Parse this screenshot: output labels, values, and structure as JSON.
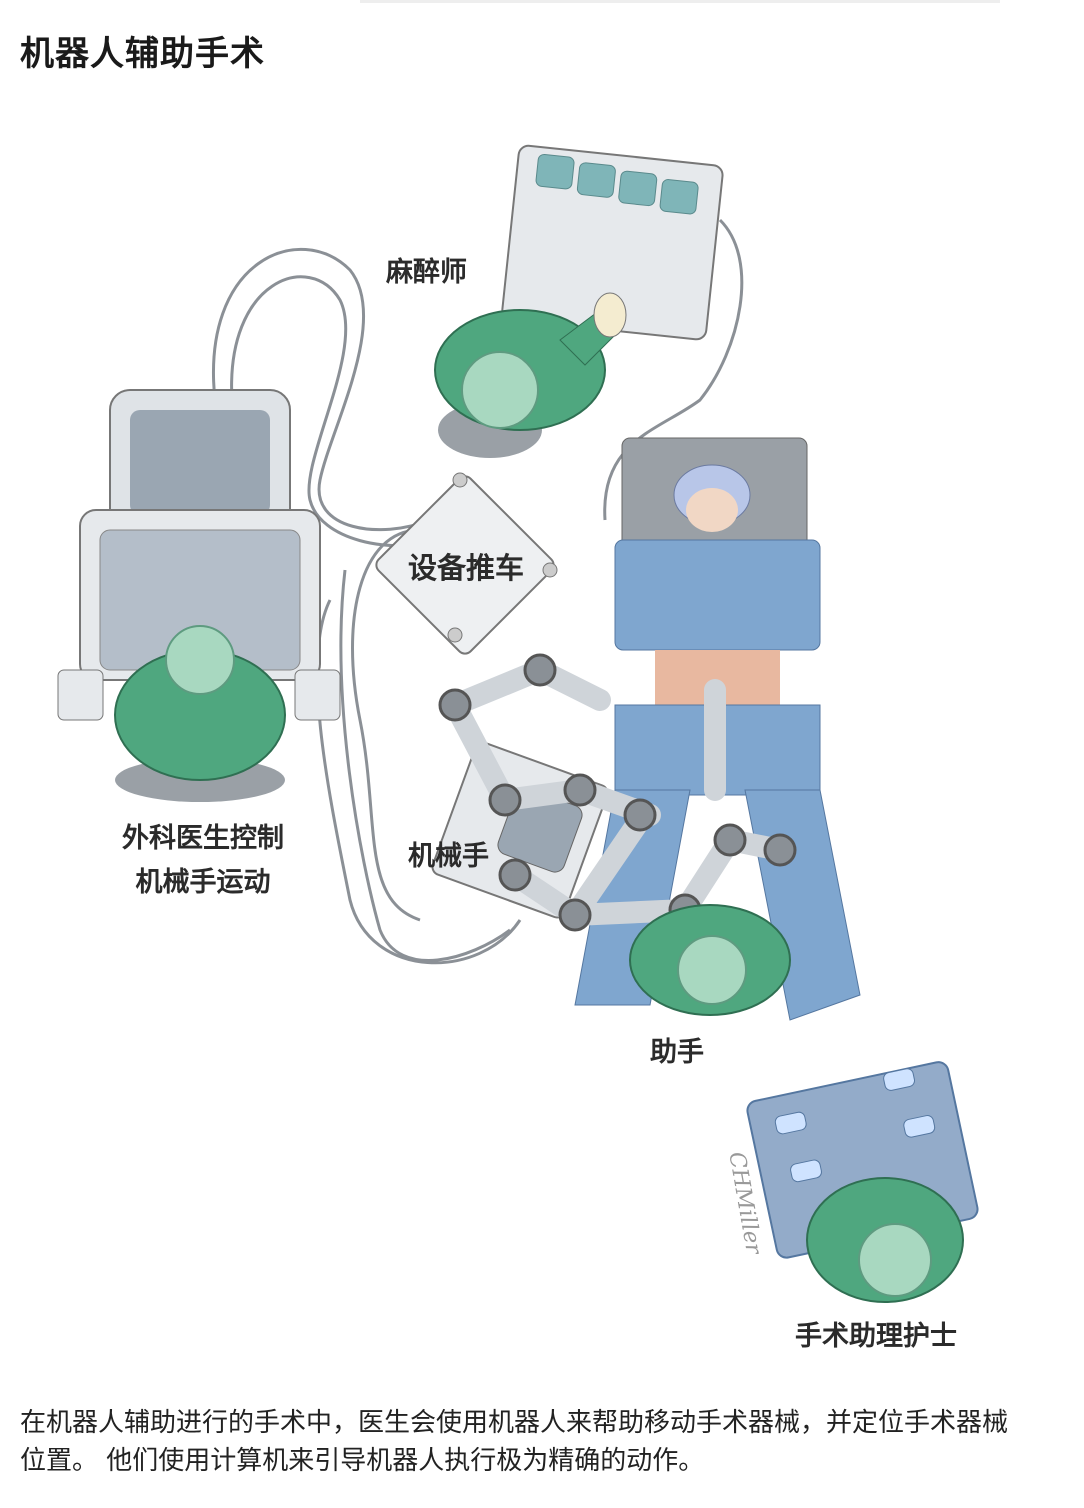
{
  "title": "机器人辅助手术",
  "labels": {
    "anesthesiologist": "麻醉师",
    "equipment_cart": "设备推车",
    "surgeon_line1": "外科医生控制",
    "surgeon_line2": "机械手运动",
    "robotic_arm": "机械手",
    "assistant": "助手",
    "scrub_nurse": "手术助理护士"
  },
  "signature": "CHMiller",
  "caption": "在机器人辅助进行的手术中，医生会使用机器人来帮助移动手术器械，并定位手术器械位置。 他们使用计算机来引导机器人执行极为精确的动作。",
  "colors": {
    "scrubs_green": "#4fa77f",
    "skin_head": "#a8d8c0",
    "drape_blue": "#7fa6cf",
    "console_gray": "#d9dde2",
    "monitor_teal": "#7fb5b8",
    "cable_gray": "#8b9096"
  }
}
